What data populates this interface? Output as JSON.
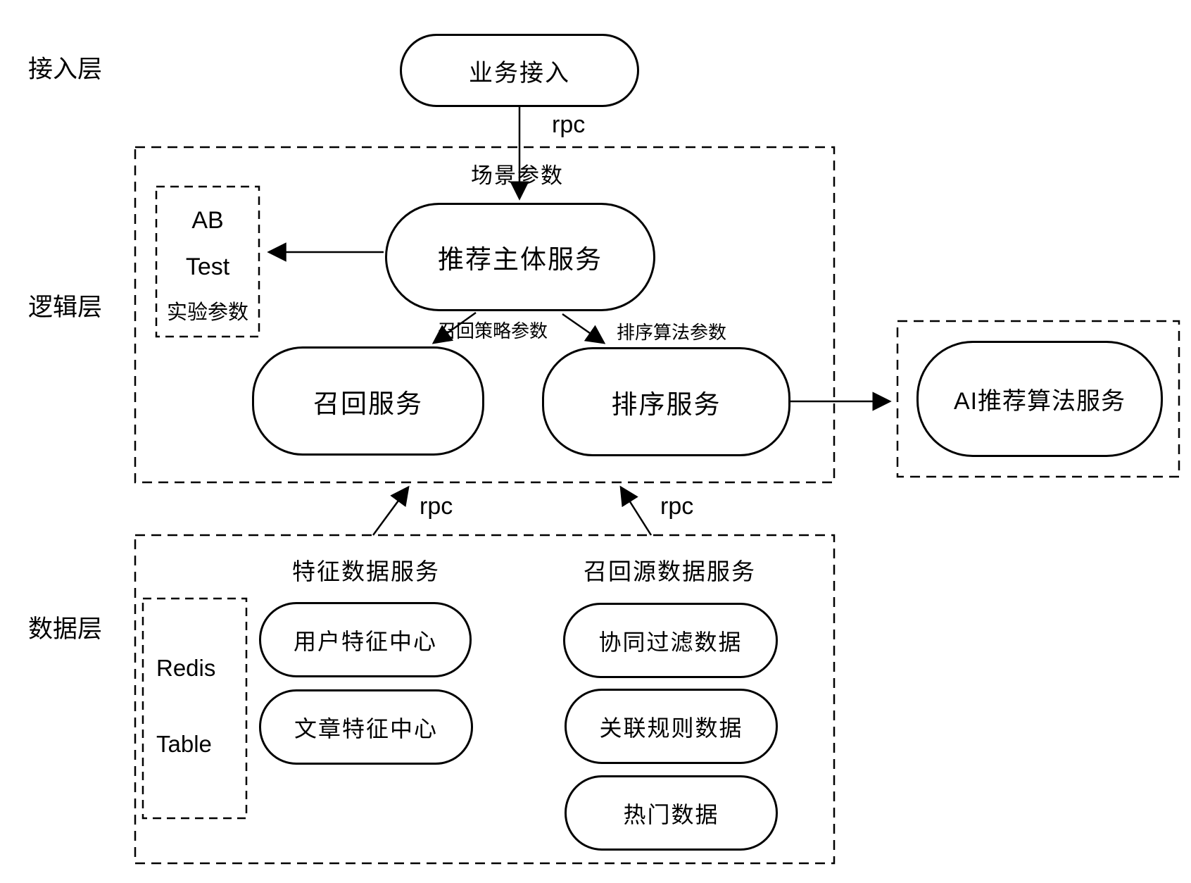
{
  "layers": {
    "access": "接入层",
    "logic": "逻辑层",
    "data": "数据层"
  },
  "nodes": {
    "business_access": "业务接入",
    "recommend_main": "推荐主体服务",
    "recall_service": "召回服务",
    "rank_service": "排序服务",
    "ai_service": "AI推荐算法服务",
    "user_feature_center": "用户特征中心",
    "article_feature_center": "文章特征中心",
    "cf_data": "协同过滤数据",
    "assoc_rule_data": "关联规则数据",
    "hot_data": "热门数据"
  },
  "ab_test_box": {
    "line1": "AB",
    "line2": "Test",
    "line3": "实验参数"
  },
  "storage_box": {
    "line1": "Redis",
    "line2": "Table"
  },
  "group_headers": {
    "feature_data_service": "特征数据服务",
    "recall_source_data_service": "召回源数据服务"
  },
  "edge_labels": {
    "rpc_top": "rpc",
    "scene_params": "场景参数",
    "recall_params": "召回策略参数",
    "rank_params": "排序算法参数",
    "rpc_feature": "rpc",
    "rpc_recall_source": "rpc"
  },
  "colors": {
    "stroke": "#000000",
    "background": "#ffffff"
  }
}
